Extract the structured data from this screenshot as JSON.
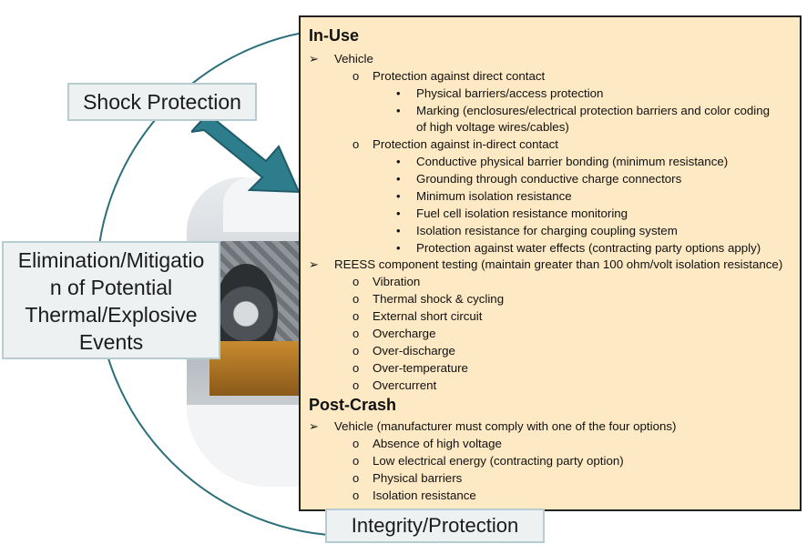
{
  "labels": {
    "shock": "Shock Protection",
    "elimination": "Elimination/Mitigation of Potential Thermal/Explosive Events",
    "elimination_lines": [
      "Elimination/Mitigatio",
      "n of Potential",
      "Thermal/Explosive",
      "Events"
    ],
    "integrity": "Integrity/Protection"
  },
  "colors": {
    "arrow": "#2e7d8c",
    "circle": "#2b6f7a",
    "panel_bg": "#fde9c4",
    "label_bg": "#edf1f2"
  },
  "panel": {
    "in_use_heading": "In-Use",
    "vehicle": "Vehicle",
    "direct_contact": "Protection against direct contact",
    "direct_items": [
      "Physical barriers/access protection",
      "Marking (enclosures/electrical protection barriers and color coding",
      "of high voltage wires/cables)"
    ],
    "indirect_contact": "Protection against in-direct contact",
    "indirect_items": [
      "Conductive physical barrier bonding (minimum resistance)",
      "Grounding through conductive charge connectors",
      "Minimum isolation resistance",
      "Fuel cell isolation resistance monitoring",
      "Isolation resistance for charging coupling system",
      "Protection against water effects (contracting party options apply)"
    ],
    "reess": "REESS component testing (maintain greater than 100 ohm/volt isolation resistance)",
    "reess_items": [
      "Vibration",
      "Thermal shock & cycling",
      "External short circuit",
      "Overcharge",
      "Over-discharge",
      "Over-temperature",
      "Overcurrent"
    ],
    "post_crash_heading": "Post-Crash",
    "post_vehicle": "Vehicle (manufacturer must comply with one of the four options)",
    "post_items": [
      "Absence of high voltage",
      "Low electrical energy (contracting party option)",
      "Physical barriers",
      "Isolation resistance"
    ],
    "markers": {
      "arrow": "➢",
      "circle": "o",
      "bullet": "•"
    }
  }
}
